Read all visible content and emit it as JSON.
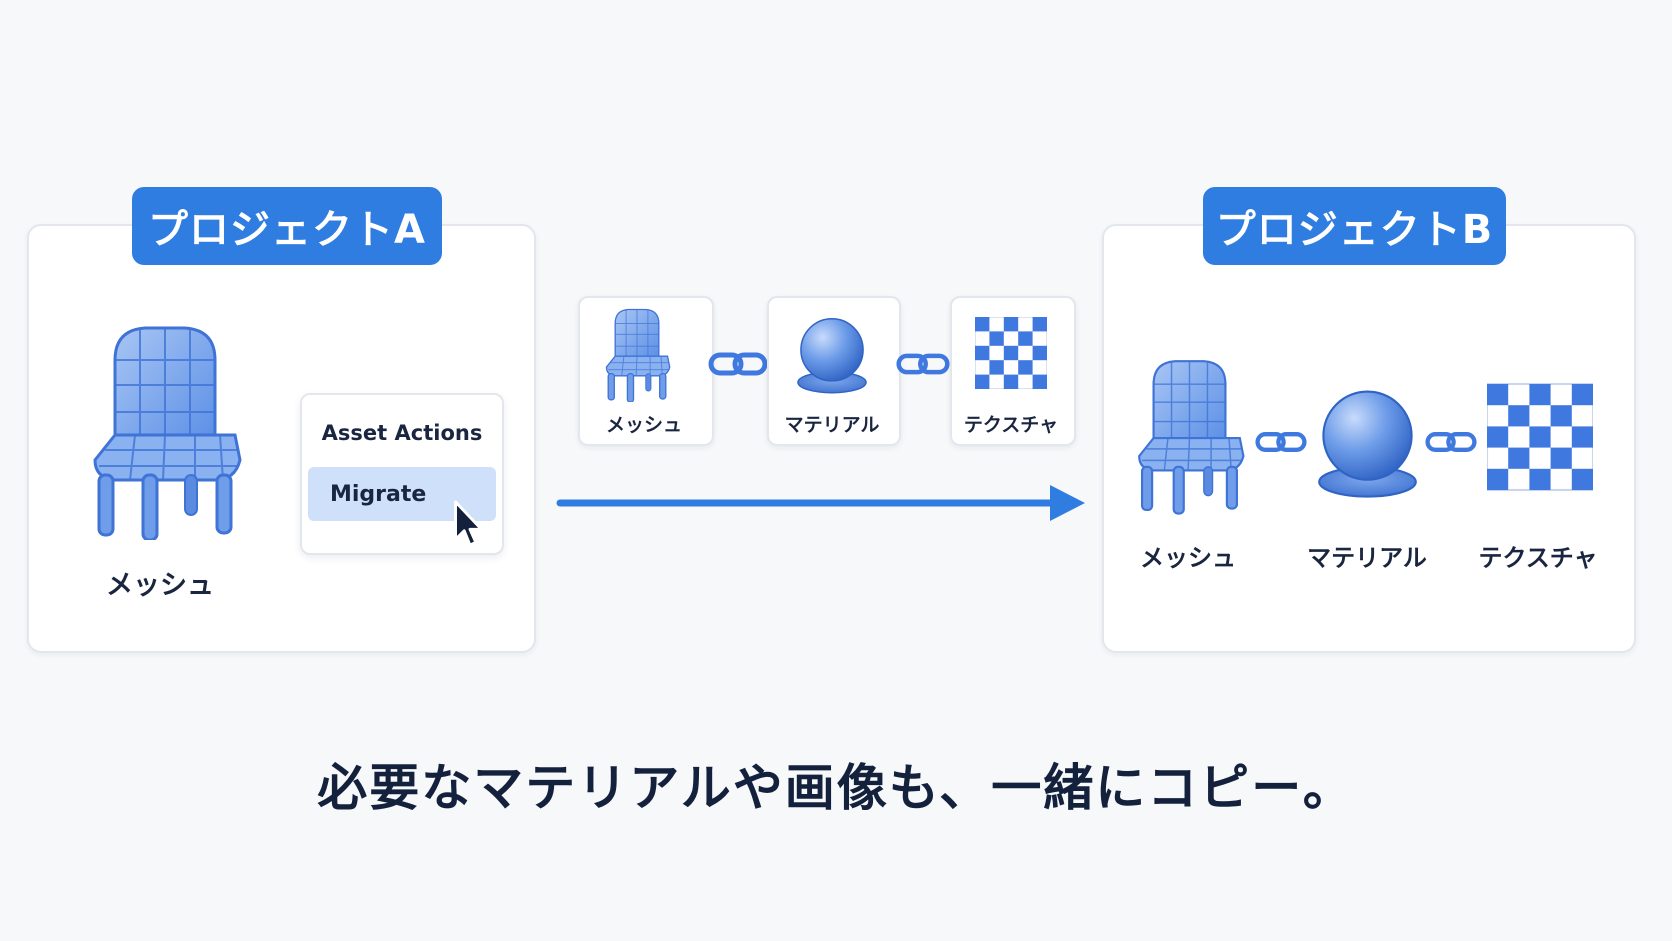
{
  "project_a": {
    "label": "プロジェクトA",
    "mesh_caption": "メッシュ"
  },
  "context_menu": {
    "title": "Asset Actions",
    "migrate_label": "Migrate"
  },
  "dependency_chain": {
    "mesh_caption": "メッシュ",
    "material_caption": "マテリアル",
    "texture_caption": "テクスチャ"
  },
  "project_b": {
    "label": "プロジェクトB",
    "mesh_caption": "メッシュ",
    "material_caption": "マテリアル",
    "texture_caption": "テクスチャ"
  },
  "footer": {
    "message": "必要なマテリアルや画像も、一緒にコピー。"
  },
  "colors": {
    "accent": "#2f7de1",
    "asset_blue": "#5b8fe6",
    "light_blue": "#cfe0fb",
    "text_dark": "#14213d"
  },
  "icons": [
    "chair-mesh-icon",
    "sphere-material-icon",
    "checker-texture-icon",
    "chain-link-icon",
    "mouse-cursor-icon",
    "arrow-right-icon"
  ]
}
